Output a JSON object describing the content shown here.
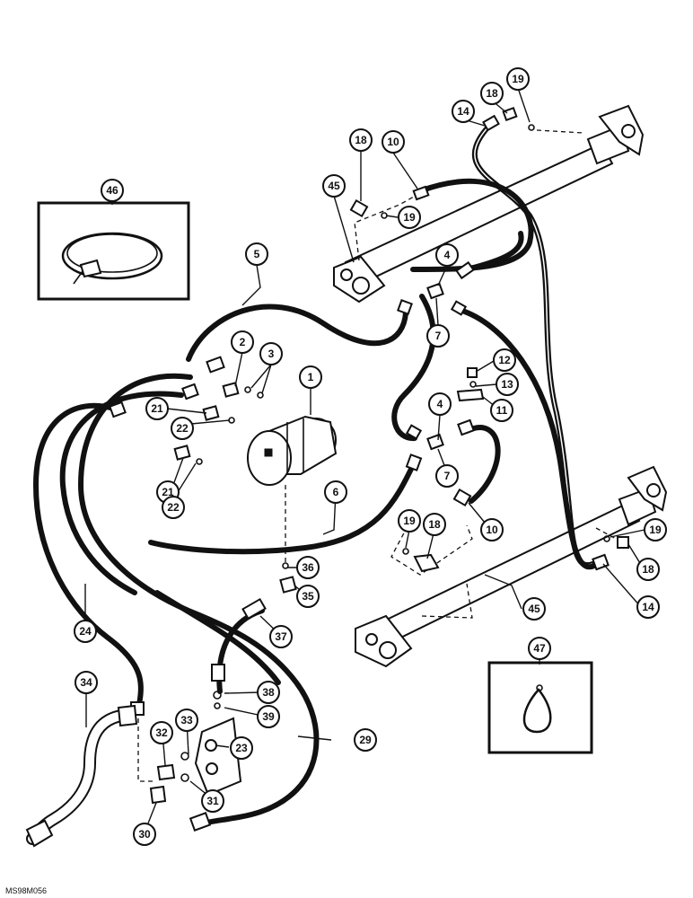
{
  "drawing_code": "MS98M056",
  "callouts": [
    {
      "id": "c1",
      "label": "1"
    },
    {
      "id": "c2",
      "label": "2"
    },
    {
      "id": "c3",
      "label": "3"
    },
    {
      "id": "c4a",
      "label": "4"
    },
    {
      "id": "c4b",
      "label": "4"
    },
    {
      "id": "c5",
      "label": "5"
    },
    {
      "id": "c6",
      "label": "6"
    },
    {
      "id": "c7a",
      "label": "7"
    },
    {
      "id": "c7b",
      "label": "7"
    },
    {
      "id": "c10a",
      "label": "10"
    },
    {
      "id": "c10b",
      "label": "10"
    },
    {
      "id": "c11",
      "label": "11"
    },
    {
      "id": "c12",
      "label": "12"
    },
    {
      "id": "c13",
      "label": "13"
    },
    {
      "id": "c14a",
      "label": "14"
    },
    {
      "id": "c14b",
      "label": "14"
    },
    {
      "id": "c18a",
      "label": "18"
    },
    {
      "id": "c18b",
      "label": "18"
    },
    {
      "id": "c18c",
      "label": "18"
    },
    {
      "id": "c18d",
      "label": "18"
    },
    {
      "id": "c19a",
      "label": "19"
    },
    {
      "id": "c19b",
      "label": "19"
    },
    {
      "id": "c19c",
      "label": "19"
    },
    {
      "id": "c19d",
      "label": "19"
    },
    {
      "id": "c21a",
      "label": "21"
    },
    {
      "id": "c21b",
      "label": "21"
    },
    {
      "id": "c22a",
      "label": "22"
    },
    {
      "id": "c22b",
      "label": "22"
    },
    {
      "id": "c23",
      "label": "23"
    },
    {
      "id": "c24",
      "label": "24"
    },
    {
      "id": "c29",
      "label": "29"
    },
    {
      "id": "c30",
      "label": "30"
    },
    {
      "id": "c31",
      "label": "31"
    },
    {
      "id": "c32",
      "label": "32"
    },
    {
      "id": "c33",
      "label": "33"
    },
    {
      "id": "c34",
      "label": "34"
    },
    {
      "id": "c35",
      "label": "35"
    },
    {
      "id": "c36",
      "label": "36"
    },
    {
      "id": "c37",
      "label": "37"
    },
    {
      "id": "c38",
      "label": "38"
    },
    {
      "id": "c39",
      "label": "39"
    },
    {
      "id": "c45a",
      "label": "45"
    },
    {
      "id": "c45b",
      "label": "45"
    },
    {
      "id": "c46",
      "label": "46"
    },
    {
      "id": "c47",
      "label": "47"
    }
  ]
}
